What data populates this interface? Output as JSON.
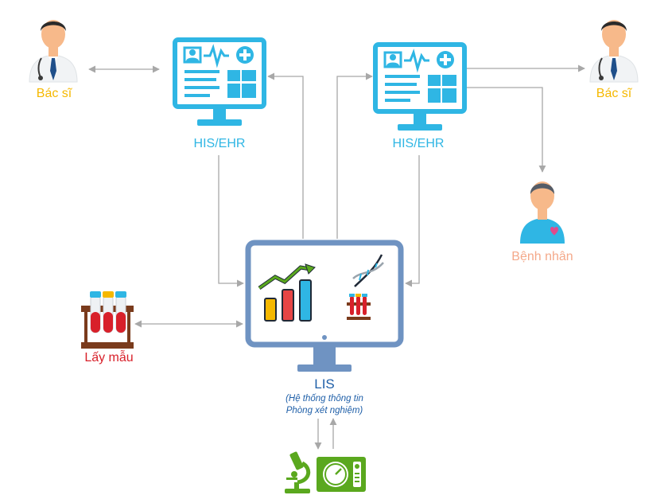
{
  "nodes": {
    "doctor_left": {
      "label": "Bác sĩ",
      "icon": "doctor-icon",
      "color": "#f5b800"
    },
    "his_left": {
      "label": "HIS/EHR",
      "icon": "monitor-ehr-icon",
      "color": "#2fb6e4"
    },
    "his_right": {
      "label": "HIS/EHR",
      "icon": "monitor-ehr-icon",
      "color": "#2fb6e4"
    },
    "doctor_right": {
      "label": "Bác sĩ",
      "icon": "doctor-icon",
      "color": "#f5b800"
    },
    "patient": {
      "label": "Bệnh nhân",
      "icon": "patient-icon",
      "color": "#f4a98a"
    },
    "sample": {
      "label": "Lấy mẫu",
      "icon": "test-tubes-icon",
      "color": "#d8202a"
    },
    "lis": {
      "title": "LIS",
      "subtitle_line1": "(Hệ thống thông tin",
      "subtitle_line2": "Phòng xét nghiệm)",
      "icon": "lis-monitor-icon",
      "color": "#1f5fa8"
    },
    "lab_devices": {
      "icons": [
        "microscope-icon",
        "lab-analyzer-icon"
      ],
      "color": "#5aa81e"
    }
  },
  "colors": {
    "connector": "#a8a8a8",
    "monitor_frame": "#6f93c2"
  }
}
